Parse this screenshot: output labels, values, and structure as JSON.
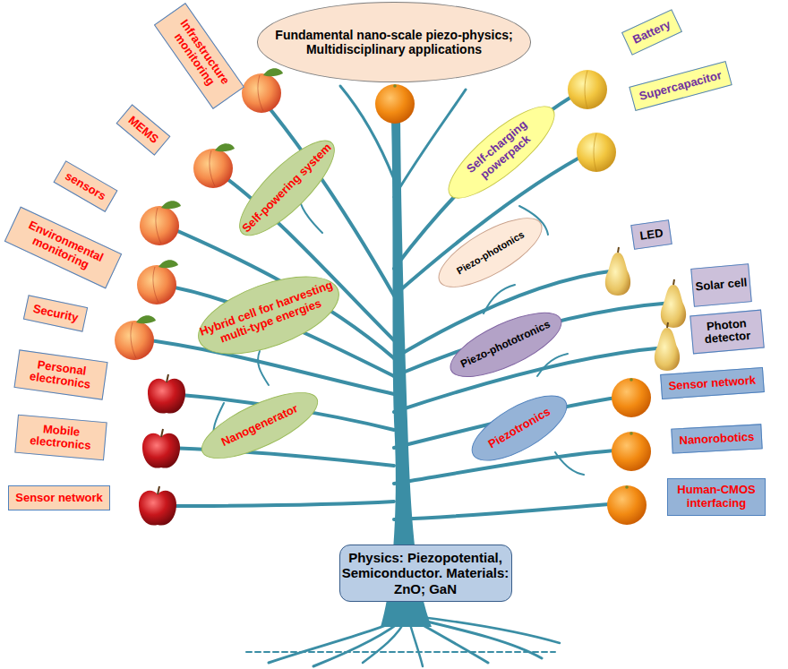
{
  "diagram": {
    "nodes": [
      {
        "text": [
          "Fundamental nano-scale piezo-physics; Multidisciplinary applications"
        ]
      },
      {
        "text": [
          "Infrastructure monitoring"
        ]
      },
      {
        "text": [
          "MEMS"
        ]
      },
      {
        "text": [
          "sensors"
        ]
      },
      {
        "text": [
          "Environmental monitoring"
        ]
      },
      {
        "text": [
          "Security"
        ]
      },
      {
        "text": [
          "Personal electronics"
        ]
      },
      {
        "text": [
          "Mobile electronics"
        ]
      },
      {
        "text": [
          "Sensor network"
        ]
      },
      {
        "text": [
          "Self-powering system"
        ]
      },
      {
        "text": [
          "Hybrid cell for harvesting multi-type energies"
        ]
      },
      {
        "text": [
          "Nanogenerator"
        ]
      },
      {
        "text": [
          "Self-charging powerpack"
        ]
      },
      {
        "text": [
          "Piezo-photonics"
        ]
      },
      {
        "text": [
          "Piezo-phototronics"
        ]
      },
      {
        "text": [
          "Piezotronics"
        ]
      },
      {
        "text": [
          "Battery"
        ]
      },
      {
        "text": [
          "Supercapacitor"
        ]
      },
      {
        "text": [
          "LED"
        ]
      },
      {
        "text": [
          "Solar cell"
        ]
      },
      {
        "text": [
          "Photon detector"
        ]
      },
      {
        "text": [
          "Sensor network"
        ]
      },
      {
        "text": [
          "Nanorobotics"
        ]
      },
      {
        "text": [
          "Human-CMOS interfacing"
        ]
      },
      {
        "text": [
          "Physics: Piezopotential, Semiconductor. Materials: ZnO; GaN"
        ]
      }
    ]
  }
}
